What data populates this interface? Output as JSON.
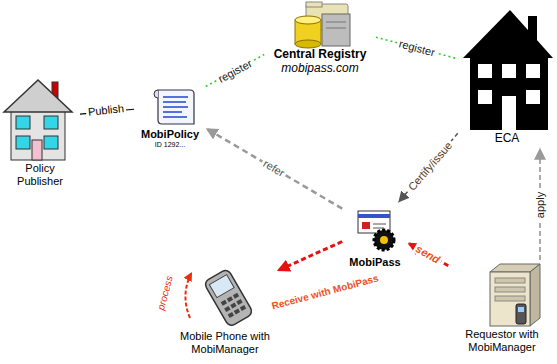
{
  "diagram": {
    "nodes": [
      {
        "text": [
          "Policy Publisher"
        ]
      },
      {
        "text": [
          "MobiPolicy",
          "ID 1292..."
        ]
      },
      {
        "text": [
          "Central Registry",
          "mobipass.com"
        ]
      },
      {
        "text": [
          "ECA"
        ]
      },
      {
        "text": [
          "MobiPass"
        ]
      },
      {
        "text": [
          "Mobile Phone with MobiManager"
        ]
      },
      {
        "text": [
          "Requestor with MobiManager"
        ]
      }
    ],
    "edges": [
      {
        "from": 0,
        "to": 1,
        "label": "Publish",
        "arrow": "none"
      },
      {
        "from": 1,
        "to": 2,
        "label": "register",
        "arrow": "none"
      },
      {
        "from": 2,
        "to": 3,
        "label": "register",
        "arrow": "none"
      },
      {
        "from": 4,
        "to": 1,
        "label": "refer",
        "arrow": "to"
      },
      {
        "from": 3,
        "to": 4,
        "label": "Certify/issue",
        "arrow": "to"
      },
      {
        "from": 6,
        "to": 3,
        "label": "apply",
        "arrow": "to"
      },
      {
        "from": 6,
        "to": 4,
        "label": "send",
        "arrow": "to"
      },
      {
        "from": 4,
        "to": 5,
        "label": "Receive with MobiPass",
        "arrow": "to"
      }
    ],
    "labels": [
      "process"
    ]
  }
}
